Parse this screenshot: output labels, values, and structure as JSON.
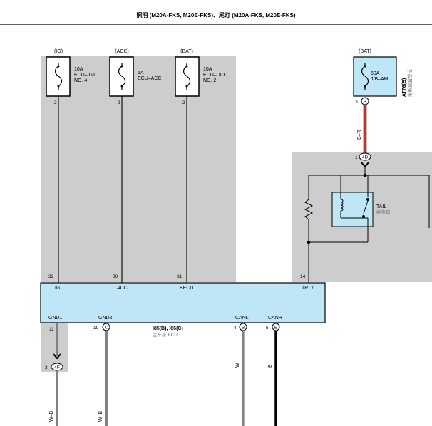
{
  "title": "照明 (M20A-FKS, M20E-FKS)、尾灯 (M20A-FKS, M20E-FKS)",
  "colors": {
    "zone_gray": "#cdcdcd",
    "component_fill": "#bfe6f6",
    "wire": "#000000",
    "wire_b_r": "#c83228"
  },
  "fuses": [
    {
      "source": "(IG)",
      "rating": "10A",
      "name1": "ECU–IG1",
      "name2": "NO. 4",
      "pin": "2"
    },
    {
      "source": "(ACC)",
      "rating": "5A",
      "name1": "ECU–ACC",
      "name2": "",
      "pin": "2"
    },
    {
      "source": "(BAT)",
      "rating": "10A",
      "name1": "ECU–DCC",
      "name2": "NO. 2",
      "pin": "2"
    }
  ],
  "main_fuse": {
    "source": "(BAT)",
    "rating": "60A",
    "name": "J/B–AM",
    "pin": "1",
    "conn": "B",
    "code": "AT76(B)",
    "code_cn": "熔断丝盒总成"
  },
  "wire_b_r": "B–R",
  "junction_4d": {
    "pin": "1",
    "conn": "4D"
  },
  "relay": {
    "name": "TAIL",
    "name_cn": "继电器"
  },
  "ecu": {
    "code": "I85(B), I86(C)",
    "name_cn": "主车身 ECU",
    "top_pins": [
      {
        "num": "32",
        "label": "IG"
      },
      {
        "num": "30",
        "label": "ACC"
      },
      {
        "num": "31",
        "label": "BECU"
      },
      {
        "num": "14",
        "label": "TRLY"
      }
    ],
    "bottom_pins": [
      {
        "num": "11",
        "label": "GND1",
        "conn": ""
      },
      {
        "num": "19",
        "label": "GND2",
        "conn": "C"
      },
      {
        "num": "4",
        "label": "CANL",
        "conn": "B"
      },
      {
        "num": "5",
        "label": "CANH",
        "conn": "B"
      }
    ]
  },
  "junction_4f": {
    "pin": "3",
    "conn": "4F"
  },
  "wire_colors": {
    "gnd1": "W–B",
    "gnd2": "W–B",
    "canl": "W",
    "canh": "B"
  }
}
